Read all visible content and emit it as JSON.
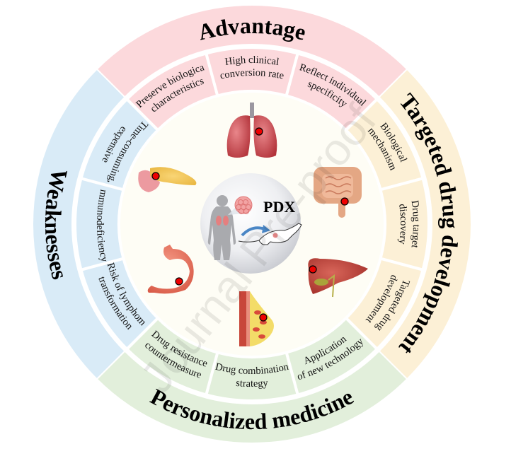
{
  "diagram": {
    "center_label": "PDX",
    "watermark": "Journal Pre-proof",
    "colors": {
      "advantage": "#fcd9dc",
      "targeted": "#fcf0d6",
      "personalized": "#e2efdb",
      "weaknesses": "#d9ebf7",
      "inner": "#fefdf5",
      "marker": "#ee0000"
    },
    "sections": [
      {
        "key": "advantage",
        "title": "Advantage",
        "items": [
          [
            "Preserve biological",
            "characteristics"
          ],
          [
            "High clinical",
            "conversion rate"
          ],
          [
            "Reflect individual",
            "specificity"
          ]
        ]
      },
      {
        "key": "targeted",
        "title": "Targeted drug development",
        "items": [
          [
            "Biological",
            "mechanism"
          ],
          [
            "Drug target",
            "discovery"
          ],
          [
            "Targeted drug",
            "development"
          ]
        ]
      },
      {
        "key": "personalized",
        "title": "Personalized medicine",
        "items": [
          [
            "Application",
            "of new technology"
          ],
          [
            "Drug combination",
            "strategy"
          ],
          [
            "Drug resistance",
            "countermeasure"
          ]
        ]
      },
      {
        "key": "weaknesses",
        "title": "Weaknesses",
        "items": [
          [
            "Risk of lymphoma",
            "transformation"
          ],
          [
            "Immunodeficiency"
          ],
          [
            "Time-consuming,",
            "expensive"
          ]
        ]
      }
    ],
    "organs": [
      {
        "name": "lung"
      },
      {
        "name": "intestine"
      },
      {
        "name": "liver"
      },
      {
        "name": "breast"
      },
      {
        "name": "stomach"
      },
      {
        "name": "pancreas"
      }
    ]
  }
}
